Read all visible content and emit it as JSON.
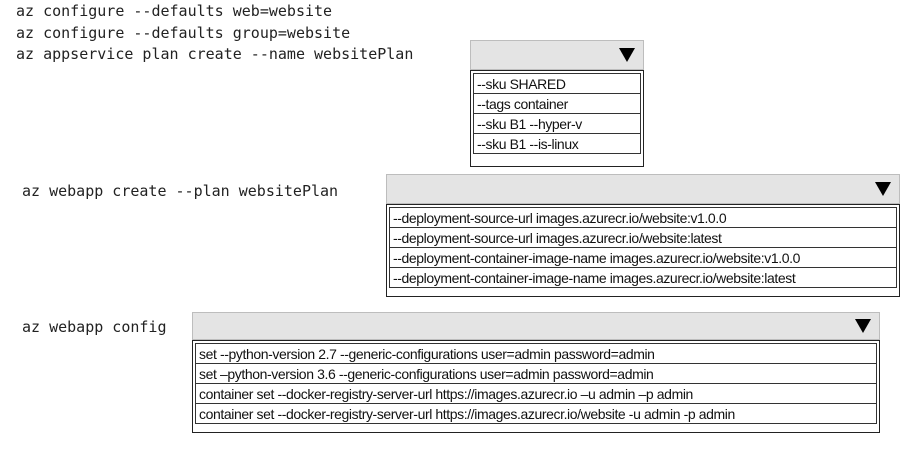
{
  "commands": {
    "line1": "az configure --defaults web=website",
    "line2": "az configure --defaults group=website",
    "line3": "az appservice plan create --name websitePlan",
    "line4": "az webapp create --plan websitePlan",
    "line5": "az webapp config"
  },
  "dropdown1": {
    "selected": "",
    "options": [
      "--sku SHARED",
      "--tags container",
      "--sku B1 --hyper-v",
      "--sku B1 --is-linux"
    ]
  },
  "dropdown2": {
    "selected": "",
    "options": [
      "--deployment-source-url images.azurecr.io/website:v1.0.0",
      "--deployment-source-url images.azurecr.io/website:latest",
      "--deployment-container-image-name images.azurecr.io/website:v1.0.0",
      "--deployment-container-image-name images.azurecr.io/website:latest"
    ]
  },
  "dropdown3": {
    "selected": "",
    "options": [
      "set --python-version 2.7 --generic-configurations user=admin password=admin",
      "set –python-version 3.6 --generic-configurations user=admin password=admin",
      "container set --docker-registry-server-url https://images.azurecr.io –u admin –p admin",
      "container set --docker-registry-server-url https://images.azurecr.io/website -u admin -p admin"
    ]
  },
  "icons": {
    "dropdown_arrow": "chevron-down-icon"
  }
}
